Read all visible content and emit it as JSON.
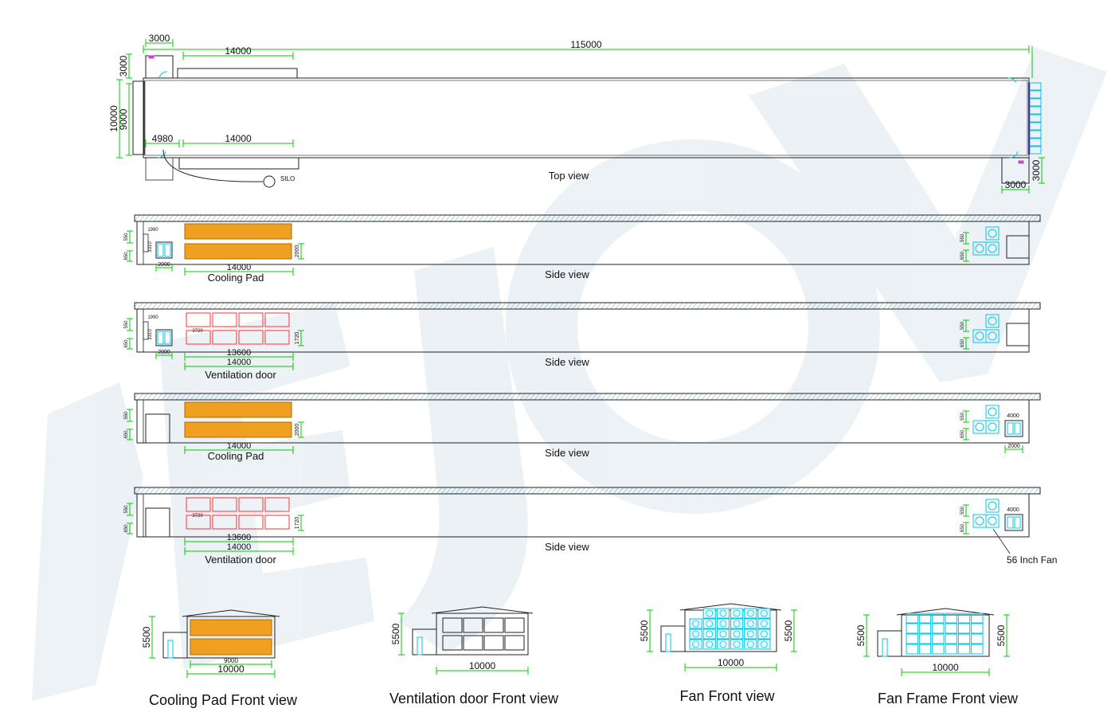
{
  "top_view": {
    "title": "Top view",
    "dim_total_length": "115000",
    "dim_width_outer": "10000",
    "dim_width_inner": "9000",
    "dim_room_width": "3000",
    "dim_room_depth": "3000",
    "dim_pad_top": "14000",
    "dim_pad_bottom": "14000",
    "dim_offset": "4980",
    "dim_right_room_depth": "3000",
    "dim_right_room_width": "3000",
    "silo_label": "SILO"
  },
  "side_views": [
    {
      "title": "Side view",
      "caption": "Cooling Pad",
      "dim_main": "14000",
      "dim_sub": "",
      "dim_door": "2000",
      "dim_height": "1990",
      "dim_room": "3310",
      "dim_right": ""
    },
    {
      "title": "Side view",
      "caption": "Ventilation door",
      "dim_main": "14000",
      "dim_sub": "13600",
      "dim_door": "2000",
      "dim_height": "1990",
      "dim_room": "3310",
      "dim_right": ""
    },
    {
      "title": "Side view",
      "caption": "Cooling Pad",
      "dim_main": "14000",
      "dim_sub": "",
      "dim_door": "",
      "dim_height": "",
      "dim_room": "",
      "dim_right": "4000"
    },
    {
      "title": "Side view",
      "caption": "Ventilation door",
      "dim_main": "14000",
      "dim_sub": "13600",
      "dim_door": "",
      "dim_height": "",
      "dim_room": "",
      "dim_right": "4000"
    }
  ],
  "fan_callout": "56 Inch Fan",
  "front_views": [
    {
      "caption": "Cooling Pad Front view",
      "dim_width": "10000",
      "dim_sub": "9000",
      "dim_height": "5500"
    },
    {
      "caption": "Ventilation door Front view",
      "dim_width": "10000",
      "dim_sub": "",
      "dim_height": "5500"
    },
    {
      "caption": "Fan Front view",
      "dim_width": "10000",
      "dim_sub": "",
      "dim_height": "5500"
    },
    {
      "caption": "Fan Frame Front view",
      "dim_width": "10000",
      "dim_sub": "",
      "dim_height": "5500"
    }
  ],
  "colors": {
    "dimension": "#00cc00",
    "outline": "#222222",
    "pad_fill": "#f0a020",
    "pad_stroke": "#b06a00",
    "door_stroke": "#ff3333",
    "fan": "#00c8e8",
    "watermark": "#dde7ee",
    "hatch": "#3399aa",
    "pink": "#cc44cc"
  }
}
